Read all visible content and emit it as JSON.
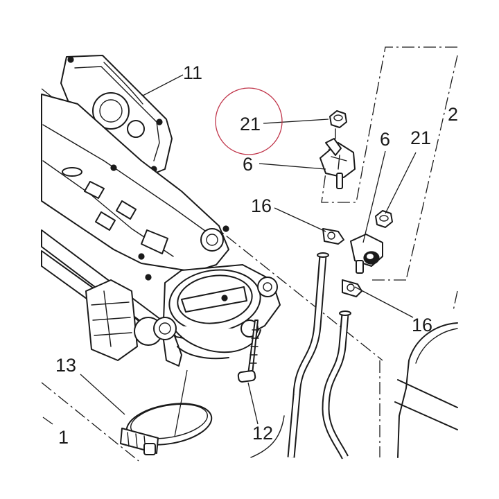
{
  "callouts": {
    "c11": "11",
    "c21a": "21",
    "c6a": "6",
    "c16a": "16",
    "c6b": "6",
    "c21b": "21",
    "c2": "2",
    "c16b": "16",
    "c13": "13",
    "c12": "12",
    "c1": "1"
  },
  "highlight": {
    "target": "21",
    "color": "#c0354a"
  },
  "icons": [
    "throttle-body",
    "actuator-motor",
    "nut",
    "sensor",
    "clip",
    "hose",
    "hose-clamp",
    "screw",
    "tank"
  ]
}
